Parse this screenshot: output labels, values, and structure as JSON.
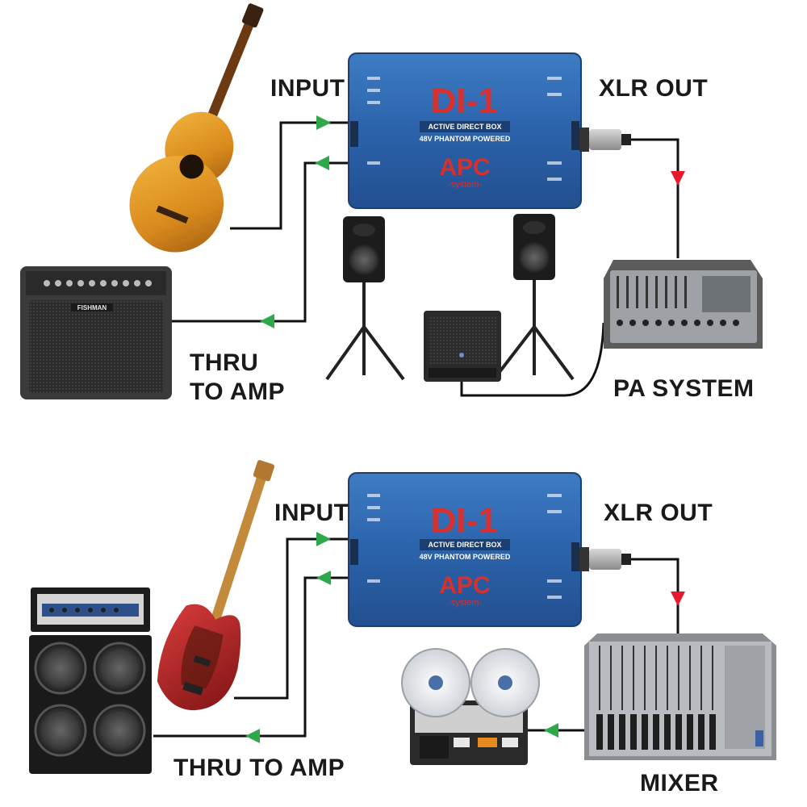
{
  "colors": {
    "arrow_green": "#2ea84a",
    "arrow_red": "#e8192c",
    "box_blue": "#2f6bb5",
    "box_red_text": "#d8302c",
    "cable": "#111111"
  },
  "diagrams": [
    {
      "input_label": "INPUT",
      "output_label": "XLR OUT",
      "thru_label_line1": "THRU",
      "thru_label_line2": "TO AMP",
      "destination_label": "PA SYSTEM",
      "instrument": "acoustic-guitar",
      "amp_brand": "FISHMAN",
      "devices": [
        "acoustic-amp",
        "speaker-left",
        "speaker-right",
        "subwoofer",
        "powered-mixer"
      ]
    },
    {
      "input_label": "INPUT",
      "output_label": "XLR OUT",
      "thru_label": "THRU TO AMP",
      "destination_label": "MIXER",
      "instrument": "bass-guitar",
      "devices": [
        "bass-amp-head",
        "bass-cabinet",
        "reel-to-reel-recorder",
        "mixing-console"
      ]
    }
  ],
  "di_box": {
    "model": "DI-1",
    "subtitle": "ACTIVE DIRECT BOX",
    "power": "48V PHANTOM POWERED",
    "brand": "APC",
    "brand_sub": "-system-"
  }
}
